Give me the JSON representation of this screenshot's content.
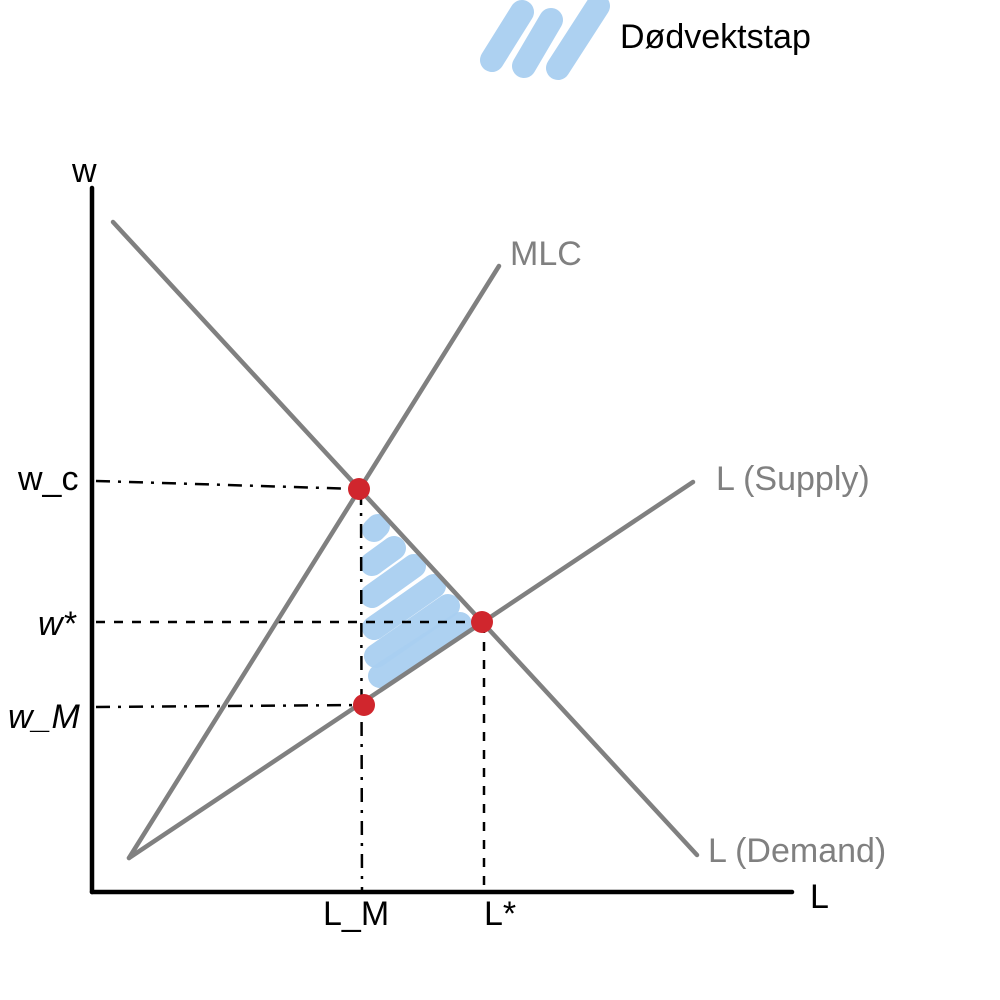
{
  "legend": {
    "deadweight_label": "Dødvektstap",
    "swatch_color": "#a9cff0"
  },
  "axes": {
    "y_label": "w",
    "x_label": "L"
  },
  "curves": {
    "mlc_label": "MLC",
    "supply_label": "L (Supply)",
    "demand_label": "L (Demand)",
    "curve_color": "#808080"
  },
  "wage_levels": {
    "w_c": "w_c",
    "w_star": "w*",
    "w_m": "w_M"
  },
  "quantity_levels": {
    "l_m": "L_M",
    "l_star": "L*"
  },
  "colors": {
    "equilibrium_points": "#d0262d",
    "axes": "#000000"
  }
}
